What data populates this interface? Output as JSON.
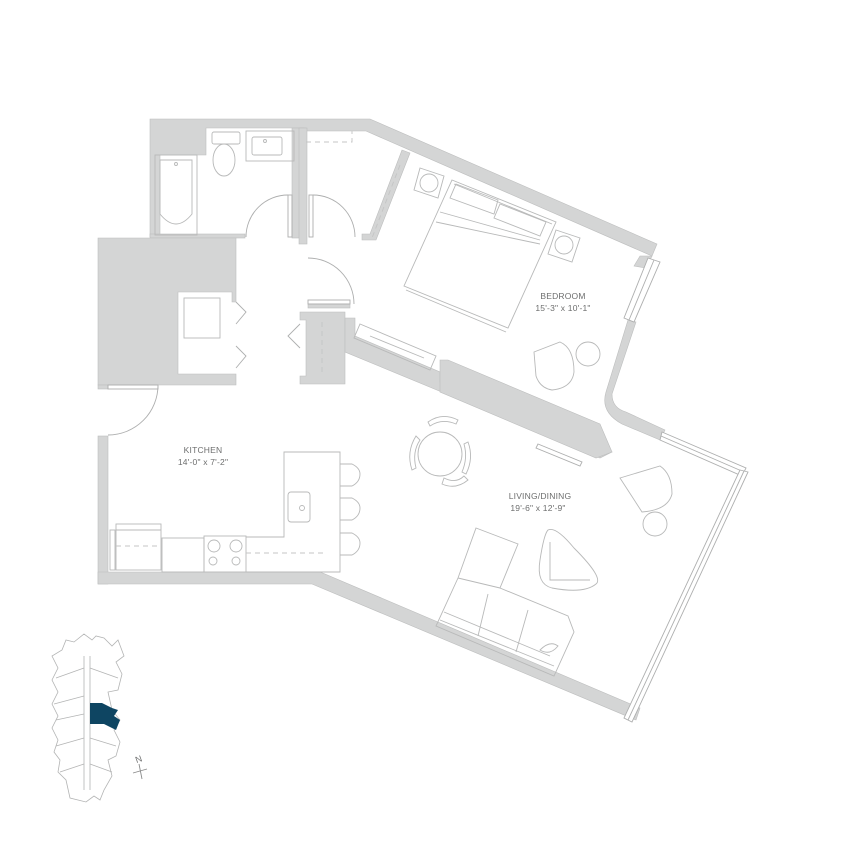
{
  "rooms": [
    {
      "name": "BEDROOM",
      "dimensions": "15'-3\" x 10'-1\""
    },
    {
      "name": "KITCHEN",
      "dimensions": "14'-0\" x 7'-2\""
    },
    {
      "name": "LIVING/DINING",
      "dimensions": "19'-6\" x 12'-9\""
    }
  ],
  "key_plan": {
    "highlight_color": "#0e4562",
    "north_label": "N"
  },
  "colors": {
    "wall_fill": "#d4d5d5",
    "line": "#b8b9b9",
    "label_text": "#6d6e6e"
  }
}
